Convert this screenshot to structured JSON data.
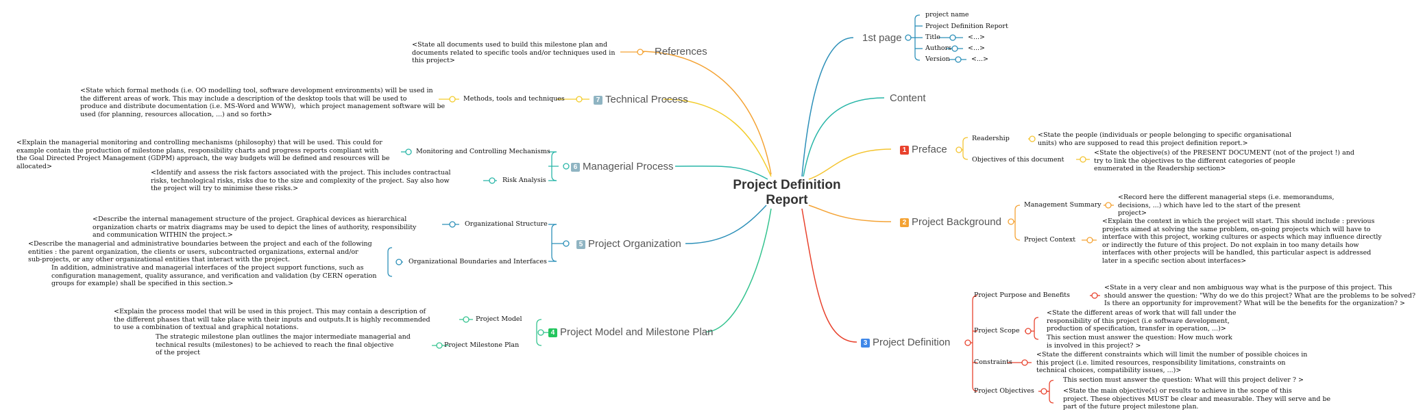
{
  "center": {
    "line1": "Project Definition",
    "line2": "Report"
  },
  "colors": {
    "references": "#f4a233",
    "technical": "#f3cc2a",
    "managerial": "#27b5a7",
    "organization": "#2b8fb8",
    "model": "#34c38f",
    "firstpage": "#2b8fb8",
    "content": "#27b5a7",
    "preface": "#f4c430",
    "background": "#f4a233",
    "definition": "#e8422d",
    "badge1": "#e8422d",
    "badge2": "#f4a233",
    "badge3": "#3f87e8",
    "badge4": "#23c55e",
    "badge5": "#8fb4c2",
    "badge6": "#8fb4c2",
    "badge7": "#8fb4c2"
  },
  "left": {
    "references": {
      "label": "References",
      "note": "<State all documents used to build this milestone plan and\ndocuments related to specific tools and/or techniques used in\nthis project>"
    },
    "technical": {
      "num": "7",
      "label": "Technical Process",
      "sub": "Methods, tools and techniques",
      "note": "<State which formal methods (i.e. OO modelling tool, software development environments) will be used in\nthe different areas of work. This may include a description of the desktop tools that will be used to\nproduce and distribute documentation (i.e. MS-Word and WWW),  which project management software will be\nused (for planning, resources allocation, ...) and so forth>"
    },
    "managerial": {
      "num": "6",
      "label": "Managerial Process",
      "sub1": "Monitoring and Controlling Mechanisms",
      "note1": "<Explain the managerial monitoring and controlling mechanisms (philosophy) that will be used. This could for\nexample contain the production of milestone plans, responsibility charts and progress reports compliant with\nthe Goal Directed Project Management (GDPM) approach, the way budgets will be defined and resources will be\nallocated>",
      "sub2": "Risk Analysis",
      "note2": "<Identify and assess the risk factors associated with the project. This includes contractual\nrisks, technological risks, risks due to the size and complexity of the project. Say also how\nthe project will try to minimise these risks.>"
    },
    "organization": {
      "num": "5",
      "label": "Project Organization",
      "sub1": "Organizational Structure",
      "note1": "<Describe the internal management structure of the project. Graphical devices as hierarchical\norganization charts or matrix diagrams may be used to depict the lines of authority, responsibility\nand communication WITHIN the project.>",
      "sub2": "Organizational Boundaries and Interfaces",
      "note2a": "<Describe the managerial and administrative boundaries between the project and each of the following\nentities : the parent organization, the clients or users, subcontracted organizations, external and/or\nsub-projects, or any other organizational entities that interact with the project.",
      "note2b": "In addition, administrative and managerial interfaces of the project support functions, such as\nconfiguration management, quality assurance, and verification and validation (by CERN operation\ngroups for example) shall be specified in this section.>"
    },
    "model": {
      "num": "4",
      "label": "Project Model and Milestone Plan",
      "sub1": "Project Model",
      "note1": "<Explain the process model that will be used in this project. This may contain a description of\nthe different phases that will take place with their inputs and outputs.It is highly recommended\nto use a combination of textual and graphical notations.",
      "sub2": "Project Milestone Plan",
      "note2": "The strategic milestone plan outlines the major intermediate managerial and\ntechnical results (milestones) to be achieved to reach the final objective\nof the project"
    }
  },
  "right": {
    "firstpage": {
      "label": "1st page",
      "items": [
        "project name",
        "Project Definition Report",
        "Title",
        "Authors",
        "Version"
      ],
      "placeholder": "<...>"
    },
    "content": {
      "label": "Content"
    },
    "preface": {
      "num": "1",
      "label": "Preface",
      "sub1": "Readership",
      "note1": "<State the people (individuals or people belonging to specific organisational\nunits) who are supposed to read this project definition report.>",
      "sub2": "Objectives of this document",
      "note2": "<State the objective(s) of the PRESENT DOCUMENT (not of the project !) and\ntry to link the objectives to the different categories of people\nenumerated in the Readership section>"
    },
    "background": {
      "num": "2",
      "label": "Project Background",
      "sub1": "Management Summary",
      "note1": "<Record here the different managerial steps (i.e. memorandums,\ndecisions, ...) which have led to the start of the present\nproject>",
      "sub2": "Project Context",
      "note2": "<Explain the context in which the project will start. This should include : previous\nprojects aimed at solving the same problem, on-going projects which will have to\ninterface with this project, working cultures or aspects which may influence directly\nor indirectly the future of this project. Do not explain in too many details how\ninterfaces with other projects will be handled, this particular aspect is addressed\nlater in a specific section about interfaces>"
    },
    "definition": {
      "num": "3",
      "label": "Project Definition",
      "sub1": "Project Purpose and Benefits",
      "note1": "<State in a very clear and non ambiguous way what is the purpose of this project. This\nshould answer the question: \"Why do we do this project? What are the problems to be solved?\nIs there an opportunity for improvement? What will be the benefits for the organization? >",
      "sub2": "Project Scope",
      "note2a": "<State the different areas of work that will fall under the\nresponsibility of this project (i.e software development,\nproduction of specification, transfer in operation, ...)>",
      "note2b": "This section must answer the question: How much work\nis involved in this project? >",
      "sub3": "Constraints",
      "note3": "<State the different constraints which will limit the number of possible choices in\nthis project (i.e. limited resources, responsibility limitations, constraints on\ntechnical choices, compatibility issues, ...)>",
      "sub4": "Project Objectives",
      "note4a": "This section must answer the question: What will this project deliver ? >",
      "note4b": "<State the main objective(s) or results to achieve in the scope of this\nproject. These objectives MUST be clear and measurable. They will serve and be\npart of the future project milestone plan."
    }
  }
}
